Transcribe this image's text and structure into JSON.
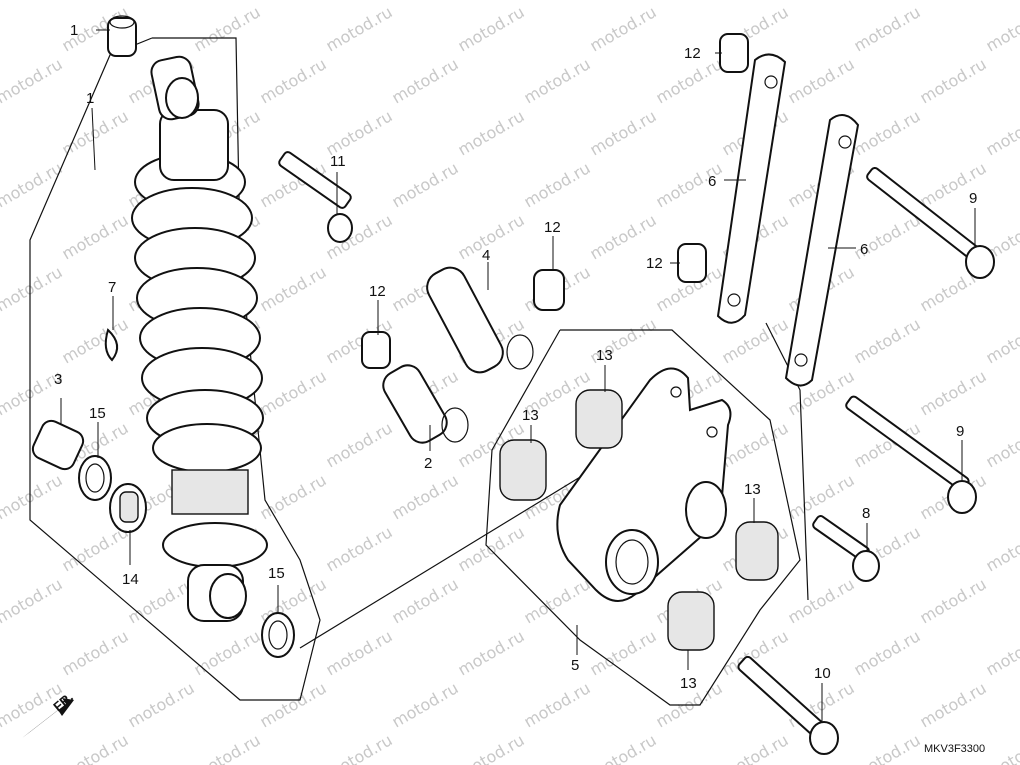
{
  "watermark": "motod.ru",
  "diagram_code": "MKV3F3300",
  "front_marker": "FR.",
  "callouts": [
    {
      "id": "c1",
      "text": "1"
    },
    {
      "id": "c2",
      "text": "2"
    },
    {
      "id": "c3",
      "text": "3"
    },
    {
      "id": "c4",
      "text": "4"
    },
    {
      "id": "c5",
      "text": "5"
    },
    {
      "id": "c6a",
      "text": "6"
    },
    {
      "id": "c6b",
      "text": "6"
    },
    {
      "id": "c7",
      "text": "7"
    },
    {
      "id": "c8",
      "text": "8"
    },
    {
      "id": "c9a",
      "text": "9"
    },
    {
      "id": "c9b",
      "text": "9"
    },
    {
      "id": "c10",
      "text": "10"
    },
    {
      "id": "c11",
      "text": "11"
    },
    {
      "id": "c12a",
      "text": "12"
    },
    {
      "id": "c12b",
      "text": "12"
    },
    {
      "id": "c12c",
      "text": "12"
    },
    {
      "id": "c12d",
      "text": "12"
    },
    {
      "id": "c12e",
      "text": "12"
    },
    {
      "id": "c13a",
      "text": "13"
    },
    {
      "id": "c13b",
      "text": "13"
    },
    {
      "id": "c13c",
      "text": "13"
    },
    {
      "id": "c13d",
      "text": "13"
    },
    {
      "id": "c14",
      "text": "14"
    },
    {
      "id": "c15a",
      "text": "15"
    },
    {
      "id": "c15b",
      "text": "15"
    }
  ]
}
